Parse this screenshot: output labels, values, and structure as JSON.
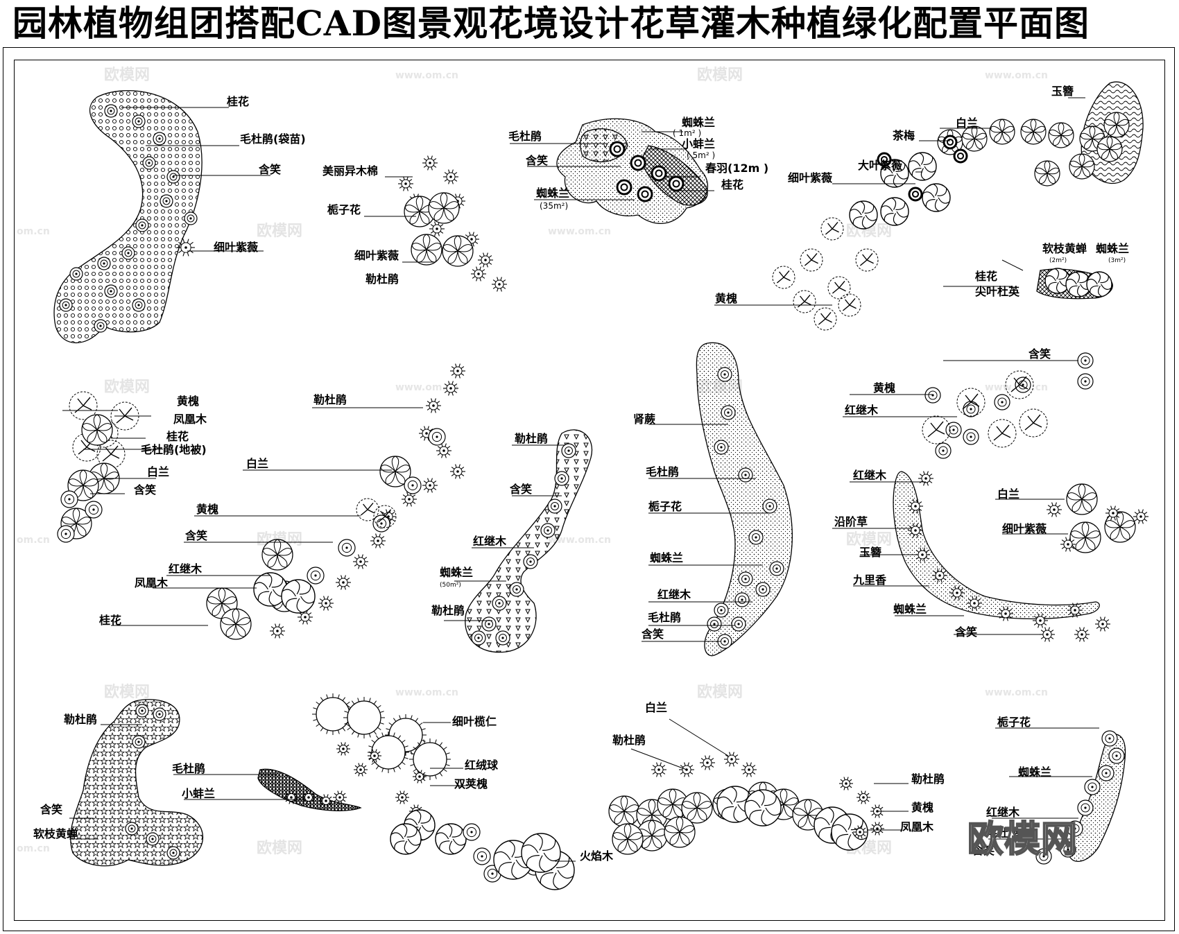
{
  "title": "园林植物组团搭配CAD图景观花境设计花草灌木种植绿化配置平面图",
  "watermark": {
    "logo_text": "欧模网",
    "url_text": "www.om.cn",
    "cn_text": "om.cn"
  },
  "colors": {
    "ink": "#000000",
    "paper": "#ffffff",
    "watermark": "#e4e4e4"
  },
  "groups": [
    {
      "id": "g1",
      "labels": [
        "桂花",
        "毛杜鹃(袋苗)",
        "含笑",
        "细叶紫薇"
      ]
    },
    {
      "id": "g2",
      "labels": [
        "美丽异木棉",
        "栀子花",
        "细叶紫薇",
        "勒杜鹃"
      ]
    },
    {
      "id": "g3",
      "labels": [
        "毛杜鹃",
        "含笑",
        "蜘蛛兰",
        "(35m²)",
        "蜘蛛兰",
        "( 1m² )",
        "小蚌兰",
        "( 5m² )",
        "春羽(12m )",
        "桂花"
      ]
    },
    {
      "id": "g4",
      "labels": [
        "玉簪",
        "白兰",
        "茶梅",
        "大叶紫薇",
        "细叶紫薇",
        "软枝黄蝉",
        "蜘蛛兰",
        "(2m²)",
        "(3m²)",
        "桂花",
        "尖叶杜英",
        "黄槐"
      ]
    },
    {
      "id": "g5",
      "labels": [
        "黄槐",
        "凤凰木",
        "桂花",
        "毛杜鹃(地被)",
        "白兰",
        "含笑"
      ]
    },
    {
      "id": "g6",
      "labels": [
        "勒杜鹃",
        "白兰",
        "黄槐",
        "含笑",
        "红继木",
        "凤凰木",
        "桂花"
      ]
    },
    {
      "id": "g7",
      "labels": [
        "勒杜鹃",
        "含笑",
        "红继木",
        "蜘蛛兰",
        "(50m²)",
        "勒杜鹃"
      ]
    },
    {
      "id": "g8",
      "labels": [
        "肾蕨",
        "毛杜鹃",
        "栀子花",
        "蜘蛛兰",
        "红继木",
        "毛杜鹃",
        "含笑"
      ]
    },
    {
      "id": "g9",
      "labels": [
        "含笑",
        "黄槐",
        "红继木"
      ]
    },
    {
      "id": "g10",
      "labels": [
        "红继木",
        "白兰",
        "沿阶草",
        "细叶紫薇",
        "玉簪",
        "九里香",
        "蜘蛛兰",
        "含笑"
      ]
    },
    {
      "id": "g11",
      "labels": [
        "勒杜鹃",
        "含笑",
        "软枝黄蝉"
      ]
    },
    {
      "id": "g12",
      "labels": [
        "毛杜鹃",
        "小蚌兰"
      ]
    },
    {
      "id": "g13",
      "labels": [
        "细叶榄仁",
        "红绒球",
        "双荚槐",
        "火焰木"
      ]
    },
    {
      "id": "g14",
      "labels": [
        "白兰",
        "勒杜鹃",
        "勒杜鹃",
        "黄槐",
        "凤凰木"
      ]
    },
    {
      "id": "g15",
      "labels": [
        "栀子花",
        "蜘蛛兰",
        "红继木",
        "毛杜鹃",
        "含笑"
      ]
    }
  ]
}
